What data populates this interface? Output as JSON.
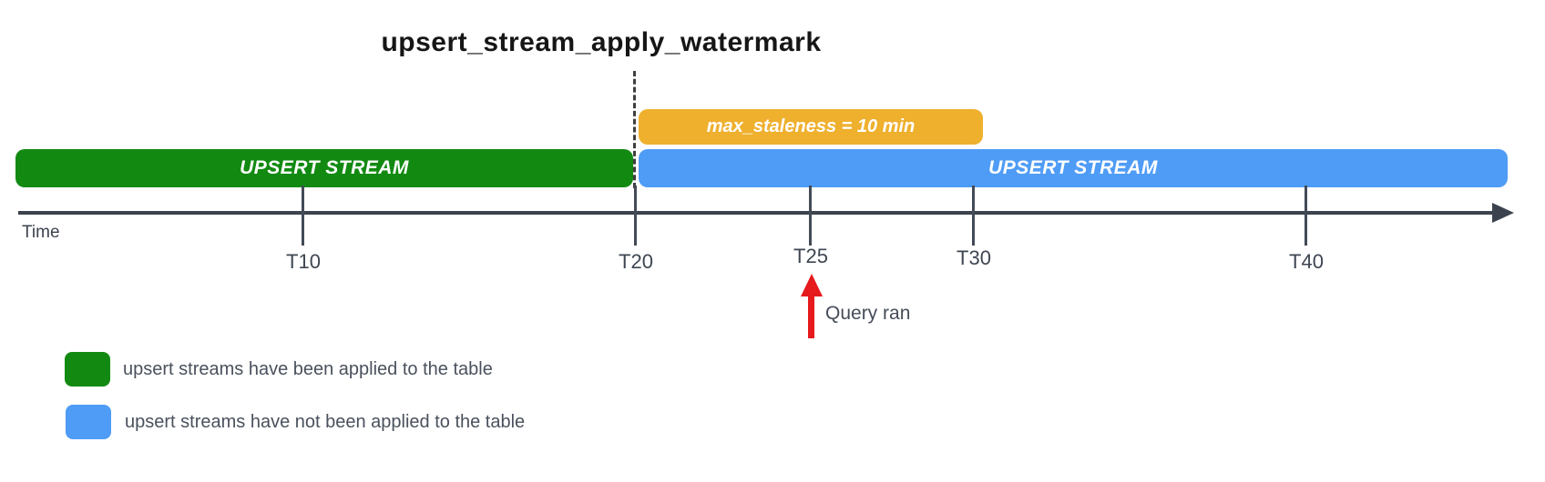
{
  "title": "upsert_stream_apply_watermark",
  "timeline": {
    "applied_bar_label": "UPSERT STREAM",
    "pending_bar_label": "UPSERT STREAM",
    "staleness_bar_label": "max_staleness = 10 min",
    "axis_label": "Time",
    "ticks": [
      "T10",
      "T20",
      "T25",
      "T30",
      "T40"
    ]
  },
  "annotation": {
    "query_label": "Query ran"
  },
  "legend": [
    {
      "swatch_color": "#128a12",
      "label": "upsert streams have been applied to the table"
    },
    {
      "swatch_color": "#4f9cf6",
      "label": "upsert streams have not been applied to the table"
    }
  ],
  "colors": {
    "applied_green": "#128a12",
    "pending_blue": "#4f9cf6",
    "staleness_orange": "#efb02e",
    "axis_slate": "#3c434e",
    "query_red": "#e6191c",
    "bar_text": "#ffffff",
    "title_text": "#161616"
  }
}
